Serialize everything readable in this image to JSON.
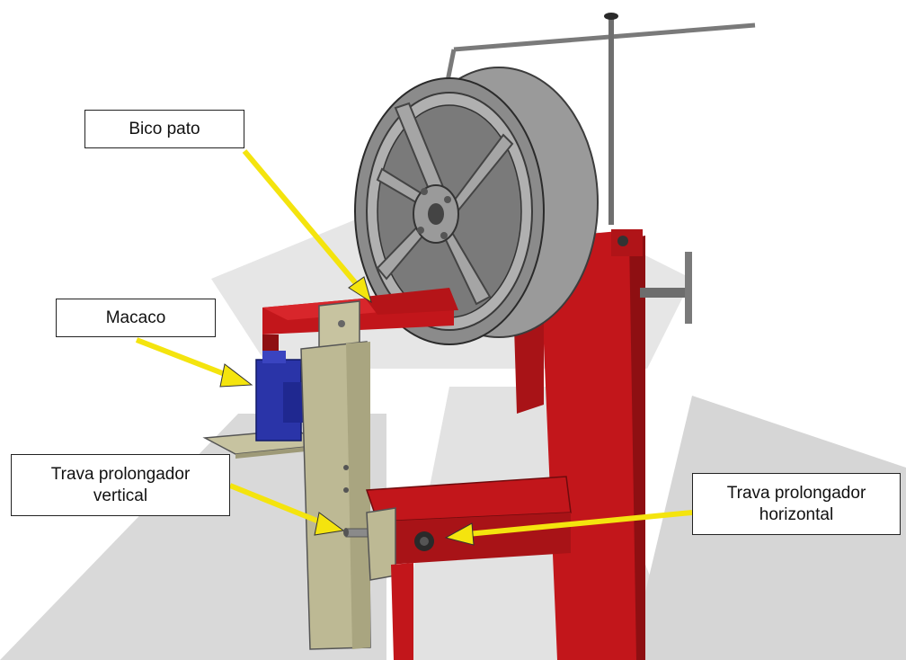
{
  "labels": {
    "bico_pato": "Bico pato",
    "macaco": "Macaco",
    "trava_vertical": [
      "Trava prolongador",
      "vertical"
    ],
    "trava_horizontal": [
      "Trava prolongador",
      "horizontal"
    ]
  },
  "colors": {
    "frame_red": "#c2161b",
    "frame_red_dark": "#8e0f12",
    "post_khaki": "#bdb994",
    "jack_blue": "#2a34a8",
    "wheel_gray": "#8c8c8c",
    "arrow_yellow": "#f4e40e",
    "background_gray": "#d7d7d7"
  }
}
